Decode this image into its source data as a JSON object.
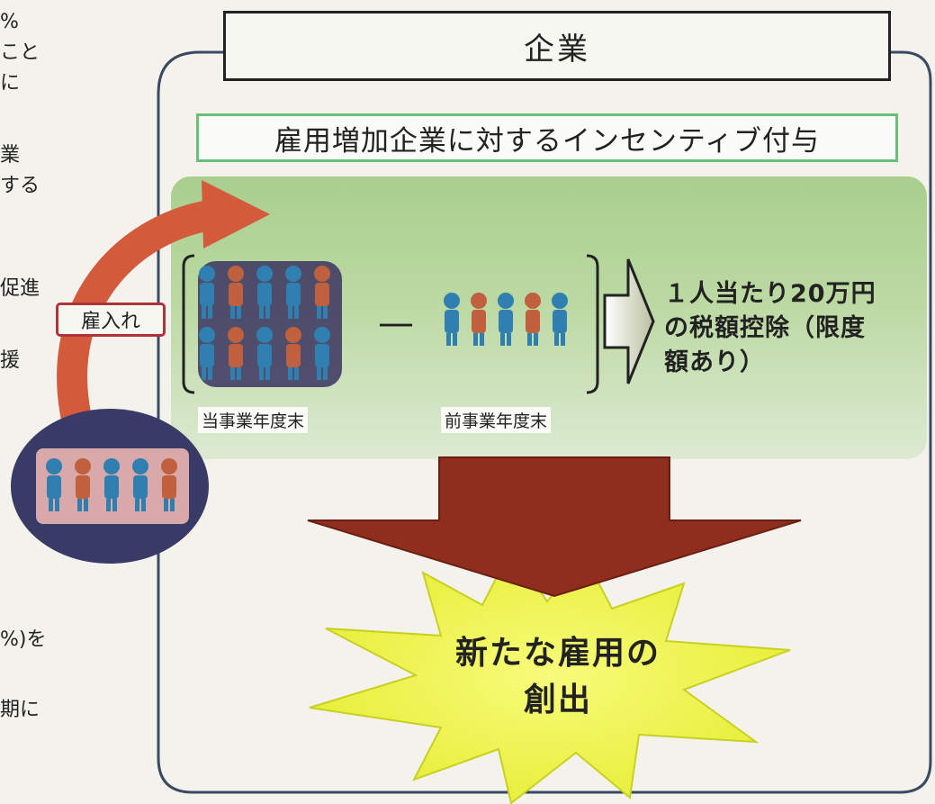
{
  "left_column": {
    "lines": [
      "%",
      "こと",
      "に",
      "業",
      "する",
      "促進",
      "援",
      "%)を",
      "期に"
    ]
  },
  "enterprise": {
    "title": "企業",
    "subtitle": "雇用増加企業に対するインセンティブ付与"
  },
  "comparison": {
    "current_label": "当事業年度末",
    "previous_label": "前事業年度末",
    "minus_sign": "—",
    "result_lines": [
      "１人当たり20万円",
      "の税額控除（限度",
      "額あり）"
    ]
  },
  "hiring": {
    "label": "雇入れ"
  },
  "outcome": {
    "lines": [
      "新たな雇用の",
      "創出"
    ]
  },
  "colors": {
    "panel_green": "#b3d59a",
    "subtitle_border": "#6bbf7a",
    "arrow_red": "#d45a3c",
    "down_arrow": "#8f2e1e",
    "burst_yellow": "#eef34a",
    "pool_circle": "#3a3a66",
    "male_figure": "#2f7fb0",
    "female_figure": "#c0603f"
  }
}
